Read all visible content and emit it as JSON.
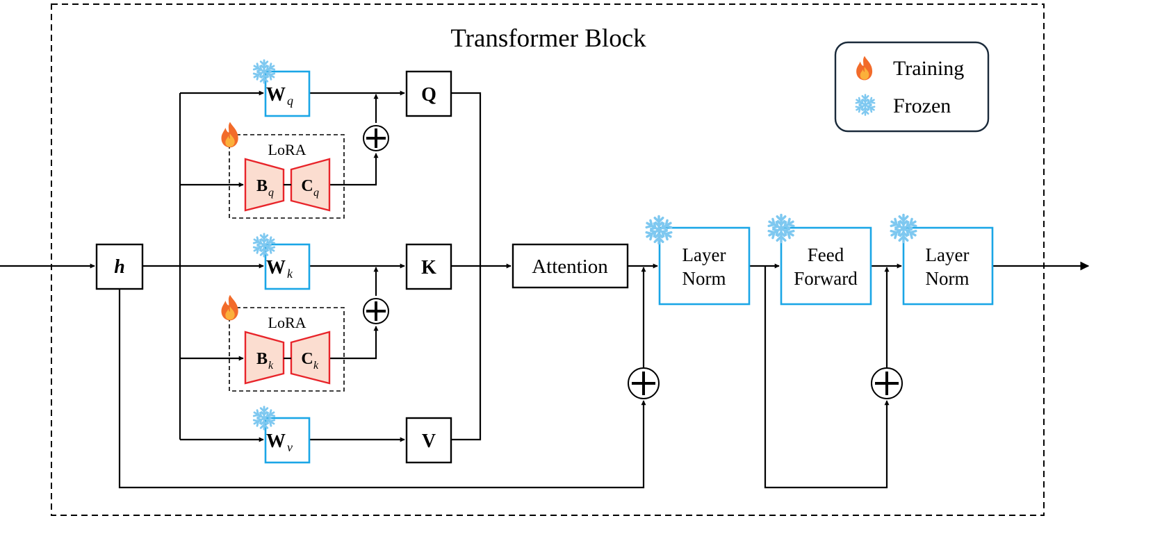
{
  "title": "Transformer Block",
  "legend": {
    "training_label": "Training",
    "frozen_label": "Frozen",
    "training_icon": "fire-icon",
    "frozen_icon": "snowflake-icon"
  },
  "input_h": "h",
  "weights": {
    "wq": {
      "main": "W",
      "sub": "q"
    },
    "wk": {
      "main": "W",
      "sub": "k"
    },
    "wv": {
      "main": "W",
      "sub": "v"
    }
  },
  "lora": {
    "q": {
      "label": "LoRA",
      "b_main": "B",
      "b_sub": "q",
      "c_main": "C",
      "c_sub": "q"
    },
    "k": {
      "label": "LoRA",
      "b_main": "B",
      "b_sub": "k",
      "c_main": "C",
      "c_sub": "k"
    }
  },
  "qkv": {
    "q": "Q",
    "k": "K",
    "v": "V"
  },
  "attention": "Attention",
  "layer_norm_1": {
    "line1": "Layer",
    "line2": "Norm"
  },
  "feed_forward": {
    "line1": "Feed",
    "line2": "Forward"
  },
  "layer_norm_2": {
    "line1": "Layer",
    "line2": "Norm"
  },
  "colors": {
    "frozen_blue": "#1aa6e6",
    "lora_red": "#e8242a",
    "lora_fill": "#fbddd0",
    "snowflake": "#7ec8f0",
    "flame": "#f26b2a"
  }
}
